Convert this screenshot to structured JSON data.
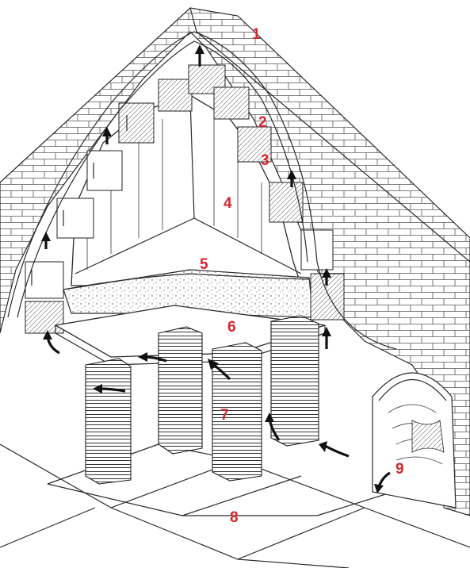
{
  "labels": [
    {
      "id": "1",
      "text": "1"
    },
    {
      "id": "2",
      "text": "2"
    },
    {
      "id": "3",
      "text": "3"
    },
    {
      "id": "4",
      "text": "4"
    },
    {
      "id": "5",
      "text": "5"
    },
    {
      "id": "6",
      "text": "6"
    },
    {
      "id": "7",
      "text": "7"
    },
    {
      "id": "8",
      "text": "8"
    },
    {
      "id": "9",
      "text": "9"
    }
  ],
  "colors": {
    "label": "#d6262b",
    "ink": "#2a2a2a",
    "paper": "#ffffff"
  }
}
